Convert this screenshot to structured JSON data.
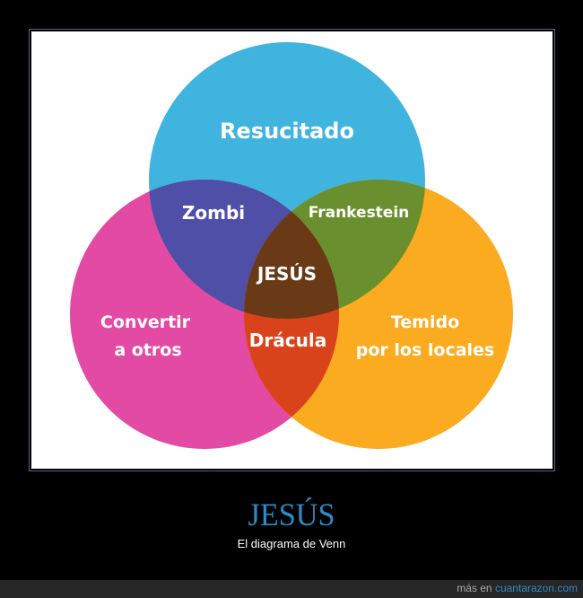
{
  "diagram": {
    "type": "venn",
    "sets": [
      {
        "id": "resucitado",
        "label": "Resucitado",
        "color": "#3fb4df"
      },
      {
        "id": "convertir",
        "label_lines": [
          "Convertir",
          "a otros"
        ],
        "color": "#e24aa4"
      },
      {
        "id": "temido",
        "label_lines": [
          "Temido",
          "por los locales"
        ],
        "color": "#fbab1f"
      }
    ],
    "intersections": {
      "resucitado_convertir": {
        "label": "Zombi",
        "color": "#4f4fa8"
      },
      "resucitado_temido": {
        "label": "Frankestein",
        "color": "#6a8f2e"
      },
      "convertir_temido": {
        "label": "Drácula",
        "color": "#d9431c"
      },
      "all": {
        "label": "JESÚS",
        "color": "#6a3a16"
      }
    }
  },
  "caption": {
    "title": "JESÚS",
    "subtitle": "El diagrama de Venn"
  },
  "footer": {
    "prefix": "más en ",
    "link": "cuantarazon.com"
  },
  "colors": {
    "frame_border": "#4a6a96",
    "title": "#2e8bc9",
    "footer_bg": "#262626"
  }
}
